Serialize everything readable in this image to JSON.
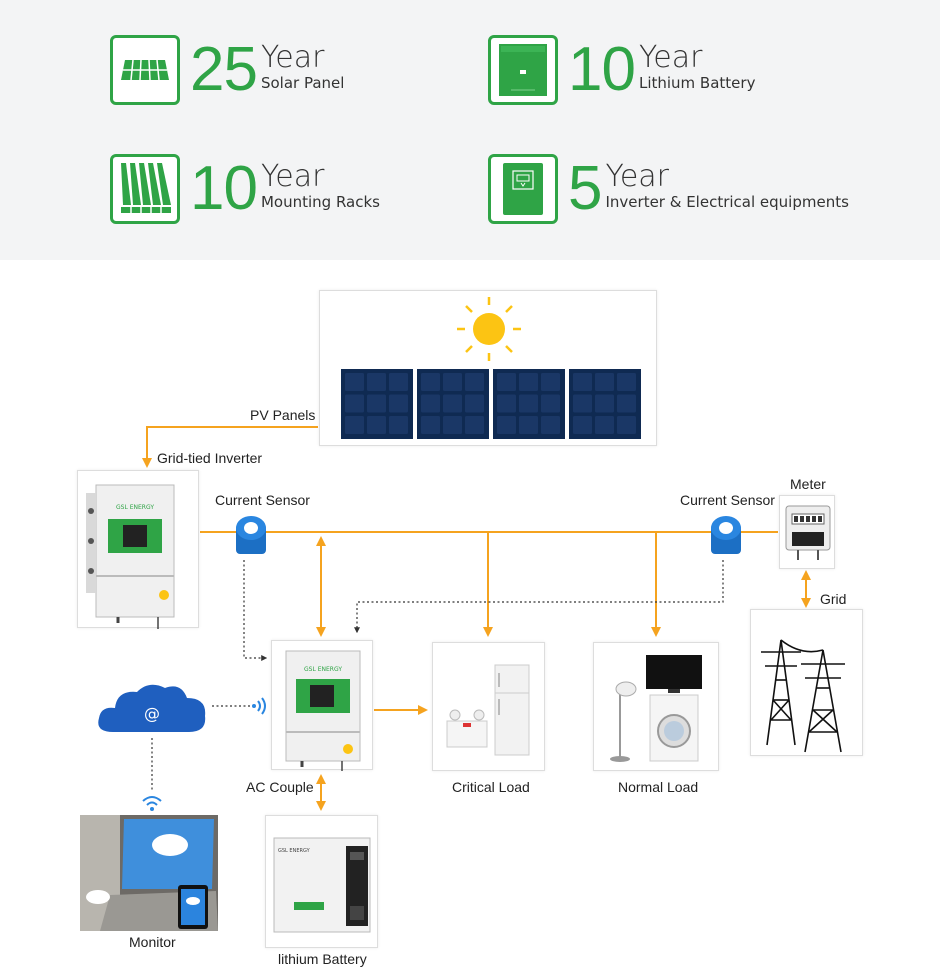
{
  "colors": {
    "accent_green": "#2fa446",
    "flow_orange": "#f5a31f",
    "panel_navy": "#1a3766"
  },
  "warranty": [
    {
      "number": "25",
      "unit": "Year",
      "label": "Solar Panel",
      "icon": "solar-panel-icon"
    },
    {
      "number": "10",
      "unit": "Year",
      "label": "Lithium Battery",
      "icon": "battery-icon"
    },
    {
      "number": "10",
      "unit": "Year",
      "label": "Mounting Racks",
      "icon": "mounting-racks-icon"
    },
    {
      "number": "5",
      "unit": "Year",
      "label": "Inverter & Electrical equipments",
      "icon": "inverter-icon"
    }
  ],
  "diagram": {
    "pv_panels": "PV Panels",
    "grid_tied_inverter": "Grid-tied Inverter",
    "current_sensor_left": "Current Sensor",
    "current_sensor_right": "Current Sensor",
    "meter": "Meter",
    "grid": "Grid",
    "ac_couple": "AC Couple",
    "critical_load": "Critical Load",
    "normal_load": "Normal Load",
    "monitor": "Monitor",
    "lithium_battery": "lithium Battery",
    "cloud_symbol": "@",
    "brand_text": "GSL ENERGY"
  }
}
